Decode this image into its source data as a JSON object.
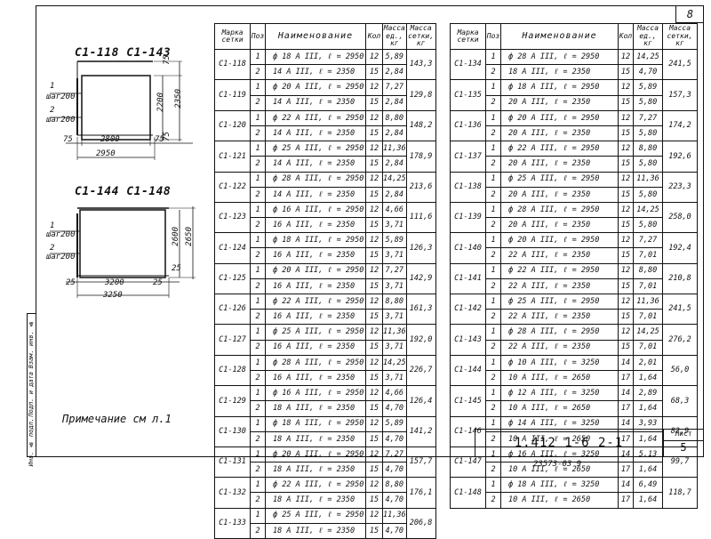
{
  "sheet_corner": "8",
  "drawing1": {
    "title": "С1-118  С1-143",
    "rod1": {
      "num": "1",
      "step": "шаг200"
    },
    "rod2": {
      "num": "2",
      "step": "шаг200"
    },
    "dim_height_in": "2200",
    "dim_height_out": "2350",
    "dim_left_end": "75",
    "dim_inner": "2800",
    "dim_right_end": "75",
    "dim_overall": "2950",
    "dim_top_end": "75"
  },
  "drawing2": {
    "title": "С1-144  С1-148",
    "rod1": {
      "num": "1",
      "step": "шаг200"
    },
    "rod2": {
      "num": "2",
      "step": "шаг200"
    },
    "dim_height_in": "2600",
    "dim_height_out": "2650",
    "dim_left_end": "25",
    "dim_inner": "3200",
    "dim_right_end": "25",
    "dim_overall": "3250",
    "dim_top_end": "25"
  },
  "note": "Примечание  см л.1",
  "left_strip": [
    "Инв. № подл.",
    "Подп. и дата",
    "Взам. инв. №"
  ],
  "headers": {
    "mark": "Марка сетки",
    "pos": "Поз",
    "name": "Наименование",
    "qty": "Кол",
    "unit_mass": "Масса ед., кг",
    "mesh_mass": "Масса сетки, кг"
  },
  "left_table": [
    {
      "mark": "С1-118",
      "mass": "143,3",
      "rows": [
        {
          "pos": "1",
          "name": "ф 18 А III,    ℓ = 2950",
          "qty": "12",
          "m": "5,89"
        },
        {
          "pos": "2",
          "name": "14 А III,    ℓ = 2350",
          "qty": "15",
          "m": "2,84"
        }
      ]
    },
    {
      "mark": "С1-119",
      "mass": "129,8",
      "rows": [
        {
          "pos": "1",
          "name": "ф 20 А III,    ℓ = 2950",
          "qty": "12",
          "m": "7,27"
        },
        {
          "pos": "2",
          "name": "14 А III,    ℓ = 2350",
          "qty": "15",
          "m": "2,84"
        }
      ]
    },
    {
      "mark": "С1-120",
      "mass": "148,2",
      "rows": [
        {
          "pos": "1",
          "name": "ф 22 А III,    ℓ = 2950",
          "qty": "12",
          "m": "8,80"
        },
        {
          "pos": "2",
          "name": "14 А III,    ℓ = 2350",
          "qty": "15",
          "m": "2,84"
        }
      ]
    },
    {
      "mark": "С1-121",
      "mass": "178,9",
      "rows": [
        {
          "pos": "1",
          "name": "ф 25 А III,    ℓ = 2950",
          "qty": "12",
          "m": "11,36"
        },
        {
          "pos": "2",
          "name": "14 А III,    ℓ = 2350",
          "qty": "15",
          "m": "2,84"
        }
      ]
    },
    {
      "mark": "С1-122",
      "mass": "213,6",
      "rows": [
        {
          "pos": "1",
          "name": "ф 28 А III,    ℓ = 2950",
          "qty": "12",
          "m": "14,25"
        },
        {
          "pos": "2",
          "name": "14 А III,    ℓ = 2350",
          "qty": "15",
          "m": "2,84"
        }
      ]
    },
    {
      "mark": "С1-123",
      "mass": "111,6",
      "rows": [
        {
          "pos": "1",
          "name": "ф 16 А III,    ℓ = 2950",
          "qty": "12",
          "m": "4,66"
        },
        {
          "pos": "2",
          "name": "16 А III,    ℓ = 2350",
          "qty": "15",
          "m": "3,71"
        }
      ]
    },
    {
      "mark": "С1-124",
      "mass": "126,3",
      "rows": [
        {
          "pos": "1",
          "name": "ф 18 А III,    ℓ = 2950",
          "qty": "12",
          "m": "5,89"
        },
        {
          "pos": "2",
          "name": "16 А III,    ℓ = 2350",
          "qty": "15",
          "m": "3,71"
        }
      ]
    },
    {
      "mark": "С1-125",
      "mass": "142,9",
      "rows": [
        {
          "pos": "1",
          "name": "ф 20 А III,    ℓ = 2950",
          "qty": "12",
          "m": "7,27"
        },
        {
          "pos": "2",
          "name": "16 А III,    ℓ = 2350",
          "qty": "15",
          "m": "3,71"
        }
      ]
    },
    {
      "mark": "С1-126",
      "mass": "161,3",
      "rows": [
        {
          "pos": "1",
          "name": "ф 22 А III,    ℓ = 2950",
          "qty": "12",
          "m": "8,80"
        },
        {
          "pos": "2",
          "name": "16 А III,    ℓ = 2350",
          "qty": "15",
          "m": "3,71"
        }
      ]
    },
    {
      "mark": "С1-127",
      "mass": "192,0",
      "rows": [
        {
          "pos": "1",
          "name": "ф 25 А III,    ℓ = 2950",
          "qty": "12",
          "m": "11,36"
        },
        {
          "pos": "2",
          "name": "16 А III,    ℓ = 2350",
          "qty": "15",
          "m": "3,71"
        }
      ]
    },
    {
      "mark": "С1-128",
      "mass": "226,7",
      "rows": [
        {
          "pos": "1",
          "name": "ф 28 А III,    ℓ = 2950",
          "qty": "12",
          "m": "14,25"
        },
        {
          "pos": "2",
          "name": "16 А III,    ℓ = 2350",
          "qty": "15",
          "m": "3,71"
        }
      ]
    },
    {
      "mark": "С1-129",
      "mass": "126,4",
      "rows": [
        {
          "pos": "1",
          "name": "ф 16 А III,    ℓ = 2950",
          "qty": "12",
          "m": "4,66"
        },
        {
          "pos": "2",
          "name": "18 А III,    ℓ = 2350",
          "qty": "15",
          "m": "4,70"
        }
      ]
    },
    {
      "mark": "С1-130",
      "mass": "141,2",
      "rows": [
        {
          "pos": "1",
          "name": "ф 18 А III,    ℓ = 2950",
          "qty": "12",
          "m": "5,89"
        },
        {
          "pos": "2",
          "name": "18 А III,    ℓ = 2350",
          "qty": "15",
          "m": "4,70"
        }
      ]
    },
    {
      "mark": "С1-131",
      "mass": "157,7",
      "rows": [
        {
          "pos": "1",
          "name": "ф 20 А III,    ℓ = 2950",
          "qty": "12",
          "m": "7,27"
        },
        {
          "pos": "2",
          "name": "18 А III,    ℓ = 2350",
          "qty": "15",
          "m": "4,70"
        }
      ]
    },
    {
      "mark": "С1-132",
      "mass": "176,1",
      "rows": [
        {
          "pos": "1",
          "name": "ф 22 А III,    ℓ = 2950",
          "qty": "12",
          "m": "8,80"
        },
        {
          "pos": "2",
          "name": "18 А III,    ℓ = 2350",
          "qty": "15",
          "m": "4,70"
        }
      ]
    },
    {
      "mark": "С1-133",
      "mass": "206,8",
      "rows": [
        {
          "pos": "1",
          "name": "ф 25 А III,    ℓ = 2950",
          "qty": "12",
          "m": "11,36"
        },
        {
          "pos": "2",
          "name": "18 А III,    ℓ = 2350",
          "qty": "15",
          "m": "4,70"
        }
      ]
    }
  ],
  "right_table": [
    {
      "mark": "С1-134",
      "mass": "241,5",
      "rows": [
        {
          "pos": "1",
          "name": "ф 28 А III,    ℓ = 2950",
          "qty": "12",
          "m": "14,25"
        },
        {
          "pos": "2",
          "name": "18 А III,    ℓ = 2350",
          "qty": "15",
          "m": "4,70"
        }
      ]
    },
    {
      "mark": "С1-135",
      "mass": "157,3",
      "rows": [
        {
          "pos": "1",
          "name": "ф 18 А III,    ℓ = 2950",
          "qty": "12",
          "m": "5,89"
        },
        {
          "pos": "2",
          "name": "20 А III,    ℓ = 2350",
          "qty": "15",
          "m": "5,80"
        }
      ]
    },
    {
      "mark": "С1-136",
      "mass": "174,2",
      "rows": [
        {
          "pos": "1",
          "name": "ф 20 А III,    ℓ = 2950",
          "qty": "12",
          "m": "7,27"
        },
        {
          "pos": "2",
          "name": "20 А III,    ℓ = 2350",
          "qty": "15",
          "m": "5,80"
        }
      ]
    },
    {
      "mark": "С1-137",
      "mass": "192,6",
      "rows": [
        {
          "pos": "1",
          "name": "ф 22 А III,    ℓ = 2950",
          "qty": "12",
          "m": "8,80"
        },
        {
          "pos": "2",
          "name": "20 А III,    ℓ = 2350",
          "qty": "15",
          "m": "5,80"
        }
      ]
    },
    {
      "mark": "С1-138",
      "mass": "223,3",
      "rows": [
        {
          "pos": "1",
          "name": "ф 25 А III,    ℓ = 2950",
          "qty": "12",
          "m": "11,36"
        },
        {
          "pos": "2",
          "name": "20 А III,    ℓ = 2350",
          "qty": "15",
          "m": "5,80"
        }
      ]
    },
    {
      "mark": "С1-139",
      "mass": "258,0",
      "rows": [
        {
          "pos": "1",
          "name": "ф 28 А III,    ℓ = 2950",
          "qty": "12",
          "m": "14,25"
        },
        {
          "pos": "2",
          "name": "20 А III,    ℓ = 2350",
          "qty": "15",
          "m": "5,80"
        }
      ]
    },
    {
      "mark": "С1-140",
      "mass": "192,4",
      "rows": [
        {
          "pos": "1",
          "name": "ф 20 А III,    ℓ = 2950",
          "qty": "12",
          "m": "7,27"
        },
        {
          "pos": "2",
          "name": "22 А III,    ℓ = 2350",
          "qty": "15",
          "m": "7,01"
        }
      ]
    },
    {
      "mark": "С1-141",
      "mass": "210,8",
      "rows": [
        {
          "pos": "1",
          "name": "ф 22 А III,    ℓ = 2950",
          "qty": "12",
          "m": "8,80"
        },
        {
          "pos": "2",
          "name": "22 А III,    ℓ = 2350",
          "qty": "15",
          "m": "7,01"
        }
      ]
    },
    {
      "mark": "С1-142",
      "mass": "241,5",
      "rows": [
        {
          "pos": "1",
          "name": "ф 25 А III,    ℓ = 2950",
          "qty": "12",
          "m": "11,36"
        },
        {
          "pos": "2",
          "name": "22 А III,    ℓ = 2350",
          "qty": "15",
          "m": "7,01"
        }
      ]
    },
    {
      "mark": "С1-143",
      "mass": "276,2",
      "rows": [
        {
          "pos": "1",
          "name": "ф 28 А III,    ℓ = 2950",
          "qty": "12",
          "m": "14,25"
        },
        {
          "pos": "2",
          "name": "22 А III,    ℓ = 2350",
          "qty": "15",
          "m": "7,01"
        }
      ]
    },
    {
      "mark": "С1-144",
      "mass": "56,0",
      "rows": [
        {
          "pos": "1",
          "name": "ф 10 А III,    ℓ = 3250",
          "qty": "14",
          "m": "2,01"
        },
        {
          "pos": "2",
          "name": "10 А III,    ℓ = 2650",
          "qty": "17",
          "m": "1,64"
        }
      ]
    },
    {
      "mark": "С1-145",
      "mass": "68,3",
      "rows": [
        {
          "pos": "1",
          "name": "ф 12 А III,    ℓ = 3250",
          "qty": "14",
          "m": "2,89"
        },
        {
          "pos": "2",
          "name": "10 А III,    ℓ = 2650",
          "qty": "17",
          "m": "1,64"
        }
      ]
    },
    {
      "mark": "С1-146",
      "mass": "82,9",
      "rows": [
        {
          "pos": "1",
          "name": "ф 14 А III,    ℓ = 3250",
          "qty": "14",
          "m": "3,93"
        },
        {
          "pos": "2",
          "name": "10 А III,    ℓ = 2650",
          "qty": "17",
          "m": "1,64"
        }
      ]
    },
    {
      "mark": "С1-147",
      "mass": "99,7",
      "rows": [
        {
          "pos": "1",
          "name": "ф 16 А III,    ℓ = 3250",
          "qty": "14",
          "m": "5,13"
        },
        {
          "pos": "2",
          "name": "10 А III,    ℓ = 2650",
          "qty": "17",
          "m": "1,64"
        }
      ]
    },
    {
      "mark": "С1-148",
      "mass": "118,7",
      "rows": [
        {
          "pos": "1",
          "name": "ф 18 А III,    ℓ = 3250",
          "qty": "14",
          "m": "6,49"
        },
        {
          "pos": "2",
          "name": "10 А III,    ℓ = 2650",
          "qty": "17",
          "m": "1,64"
        }
      ]
    }
  ],
  "stamp": {
    "code": "1.412 1-6 2-1",
    "list_label": "Лист",
    "list_num": "5"
  },
  "archive": "23573-03  9"
}
